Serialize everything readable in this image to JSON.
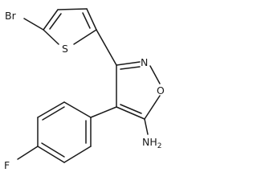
{
  "molecule": {
    "atoms": {
      "bromine": "Br",
      "sulfur": "S",
      "isoxazole_nitrogen": "N",
      "isoxazole_oxygen": "O",
      "fluorine": "F",
      "amine": {
        "main": "NH",
        "subscript": "2"
      }
    }
  }
}
